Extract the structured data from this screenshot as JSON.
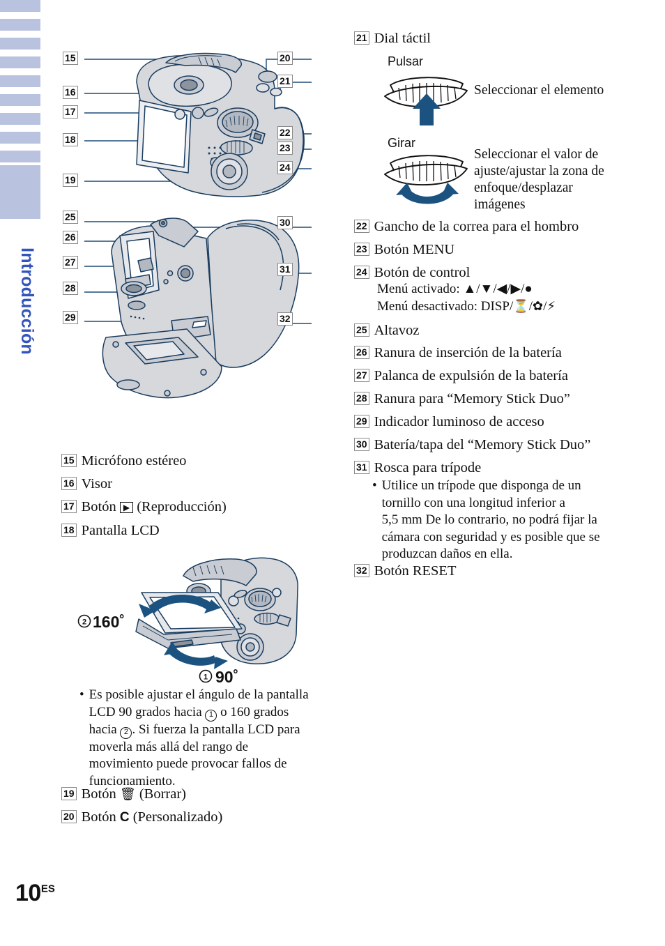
{
  "sidebar": {
    "tab_label": "Introducción",
    "tab_color": "#b9c2de",
    "text_color": "#3355bb",
    "stripe_count": 12
  },
  "footer": {
    "page_number": "10",
    "page_suffix": "ES"
  },
  "left_column": {
    "diagram_rear": {
      "name": "rear-view-callouts",
      "callouts": [
        "15",
        "16",
        "17",
        "18",
        "19",
        "20",
        "21",
        "22",
        "23",
        "24"
      ]
    },
    "diagram_battery": {
      "name": "battery-compartment-callouts",
      "callouts": [
        "25",
        "26",
        "27",
        "28",
        "29",
        "30",
        "31",
        "32"
      ]
    },
    "diagram_lcd_tilt": {
      "name": "lcd-tilt-angles",
      "label_top": "160˚",
      "label_top_marker": "2",
      "label_bottom": "90˚",
      "label_bottom_marker": "1"
    },
    "items": [
      {
        "num": "15",
        "text": "Micrófono estéreo"
      },
      {
        "num": "16",
        "text": "Visor"
      },
      {
        "num": "17",
        "text_before": "Botón",
        "icon": "playback-triangle-icon",
        "text_after": "(Reproducción)"
      },
      {
        "num": "18",
        "text": "Pantalla LCD"
      }
    ],
    "lcd_note": {
      "bullet": "•",
      "line1": "Es posible ajustar el ángulo de la pantalla",
      "line2_a": "LCD 90 grados hacia",
      "line2_marker": "1",
      "line2_b": "o 160 grados",
      "line3_a": "hacia",
      "line3_marker": "2",
      "line3_b": ". Si fuerza la pantalla LCD para",
      "line4": "moverla más allá del rango de",
      "line5": "movimiento puede provocar fallos de",
      "line6": "funcionamiento."
    },
    "items_after_note": [
      {
        "num": "19",
        "text_before": "Botón",
        "icon": "trash-delete-icon",
        "text_after": "(Borrar)"
      },
      {
        "num": "20",
        "text_before": "Botón",
        "icon": "custom-c-icon",
        "text_after": "(Personalizado)"
      }
    ]
  },
  "right_column": {
    "dial": {
      "num": "21",
      "title": "Dial táctil",
      "press": {
        "label": "Pulsar",
        "description": "Seleccionar el elemento"
      },
      "turn": {
        "label": "Girar",
        "description_lines": [
          "Seleccionar el valor de",
          "ajuste/ajustar la zona de",
          "enfoque/desplazar",
          "imágenes"
        ]
      }
    },
    "items": [
      {
        "num": "22",
        "text": "Gancho de la correa para el hombro"
      },
      {
        "num": "23",
        "text": "Botón MENU"
      },
      {
        "num": "24",
        "text": "Botón de control"
      },
      {
        "num": "25",
        "text": "Altavoz"
      },
      {
        "num": "26",
        "text": "Ranura de inserción de la batería"
      },
      {
        "num": "27",
        "text": "Palanca de expulsión de la batería"
      },
      {
        "num": "28",
        "text": "Ranura para “Memory Stick Duo”"
      },
      {
        "num": "29",
        "text": "Indicador luminoso de acceso"
      },
      {
        "num": "30",
        "text": "Batería/tapa del “Memory Stick Duo”"
      },
      {
        "num": "31",
        "text": "Rosca para trípode"
      },
      {
        "num": "32",
        "text": "Botón RESET"
      }
    ],
    "control_button_lines": {
      "menu_on": "Menú activado: ▲/▼/◀/▶/●",
      "menu_off_prefix": "Menú desactivado: DISP/",
      "menu_off_timer": "timer-icon",
      "menu_off_macro": "macro-flower-icon",
      "menu_off_flash": "flash-icon"
    },
    "tripod_note": {
      "bullet": "•",
      "lines": [
        "Utilice un trípode que disponga de un",
        "tornillo con una longitud inferior a",
        "5,5 mm De lo contrario, no podrá fijar la",
        "cámara con seguridad y es posible que se",
        "produzcan daños en ella."
      ]
    }
  },
  "colors": {
    "line_blue": "#1b4a78",
    "arrow_blue": "#1b5280",
    "fill_gray": "#d6d8dc",
    "outline": "#1a3c5e"
  }
}
